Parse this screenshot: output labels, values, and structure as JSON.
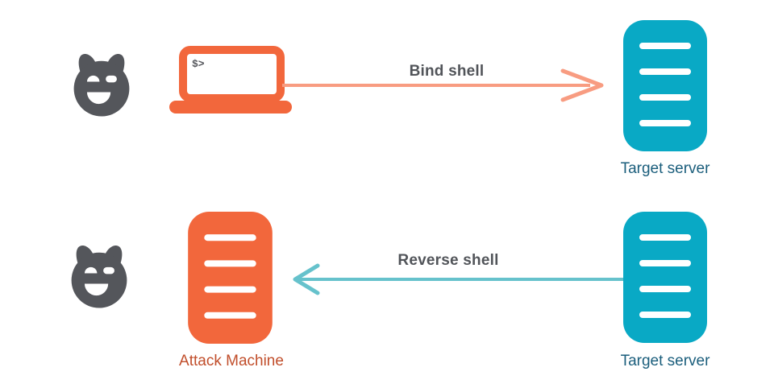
{
  "diagram": {
    "background": "#ffffff",
    "top_flow": {
      "attacker_icon": "devil-face",
      "source_icon": "laptop-terminal",
      "terminal_prompt": "$>",
      "arrow_label": "Bind shell",
      "arrow_direction": "right",
      "target_icon": "server",
      "target_label": "Target server"
    },
    "bottom_flow": {
      "attacker_icon": "devil-face",
      "source_icon": "server",
      "source_label": "Attack Machine",
      "arrow_label": "Reverse shell",
      "arrow_direction": "left",
      "target_icon": "server",
      "target_label": "Target server"
    },
    "colors": {
      "orange": "#F2673C",
      "salmon_arrow": "#F89C81",
      "teal": "#09A9C5",
      "teal_arrow": "#66C2CC",
      "icon_gray": "#54565B",
      "arrow_label_gray": "#515459",
      "target_label_blue": "#1B5E7C",
      "attack_label_orange": "#C14E2B"
    }
  }
}
